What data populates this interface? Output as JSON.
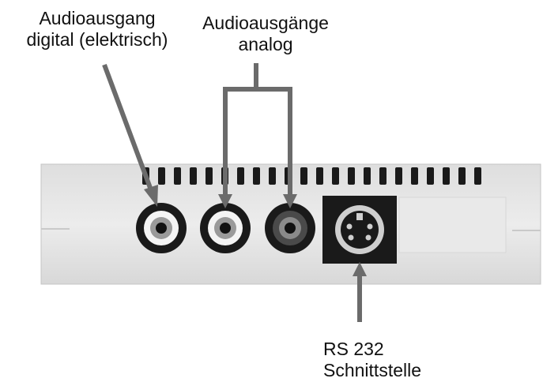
{
  "labels": {
    "digital_out": {
      "line1": "Audioausgang",
      "line2": "digital (elektrisch)"
    },
    "analog_out": {
      "line1": "Audioausgänge",
      "line2": "analog"
    },
    "rs232": {
      "line1": "RS 232",
      "line2": "Schnittstelle"
    }
  },
  "colors": {
    "arrow": "#6b6b6b",
    "panel": "#e6e6e6",
    "panel_shadow": "#cfcfcf",
    "port_dark": "#1a1a1a",
    "text": "#111111"
  }
}
